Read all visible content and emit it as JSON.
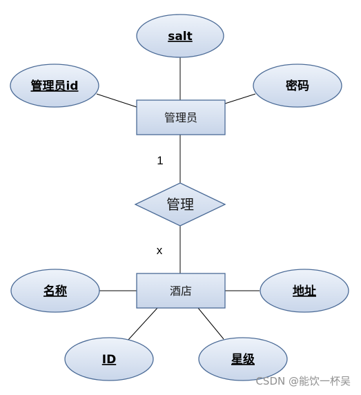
{
  "entities": {
    "admin": "管理员",
    "hotel": "酒店"
  },
  "relationship": {
    "label": "管理",
    "cardinality_admin": "1",
    "cardinality_hotel": "x"
  },
  "admin_attributes": {
    "salt": "salt",
    "admin_id": "管理员id",
    "password": "密码"
  },
  "hotel_attributes": {
    "name": "名称",
    "address": "地址",
    "id": "ID",
    "star": "星级"
  },
  "watermark": "CSDN @能饮一杯吴",
  "colors": {
    "fill": "#dde6f3",
    "stroke": "#4a6a96",
    "line": "#000000"
  }
}
